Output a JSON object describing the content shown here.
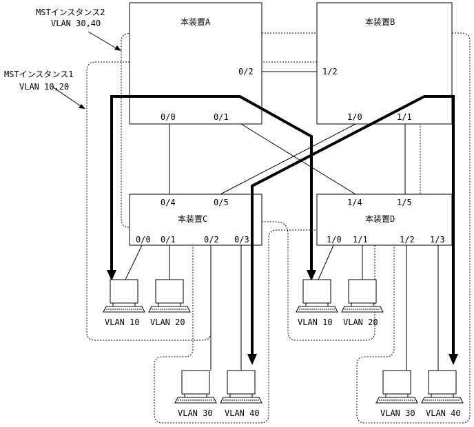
{
  "instances": {
    "mst2": {
      "title": "MSTインスタンス2",
      "vlans": "VLAN 30,40"
    },
    "mst1": {
      "title": "MSTインスタンス1",
      "vlans": "VLAN 10,20"
    }
  },
  "devices": {
    "a": {
      "name": "本装置A",
      "ports": {
        "p02": "0/2",
        "p00": "0/0",
        "p01": "0/1"
      }
    },
    "b": {
      "name": "本装置B",
      "ports": {
        "p12": "1/2",
        "p10": "1/0",
        "p11": "1/1"
      }
    },
    "c": {
      "name": "本装置C",
      "ports": {
        "p04": "0/4",
        "p05": "0/5",
        "p00": "0/0",
        "p01": "0/1",
        "p02": "0/2",
        "p03": "0/3"
      }
    },
    "d": {
      "name": "本装置D",
      "ports": {
        "p14": "1/4",
        "p15": "1/5",
        "p10": "1/0",
        "p11": "1/1",
        "p12": "1/2",
        "p13": "1/3"
      }
    }
  },
  "terminals": {
    "c10": "VLAN 10",
    "c20": "VLAN 20",
    "c30": "VLAN 30",
    "c40": "VLAN 40",
    "d10": "VLAN 10",
    "d20": "VLAN 20",
    "d30": "VLAN 30",
    "d40": "VLAN 40"
  }
}
